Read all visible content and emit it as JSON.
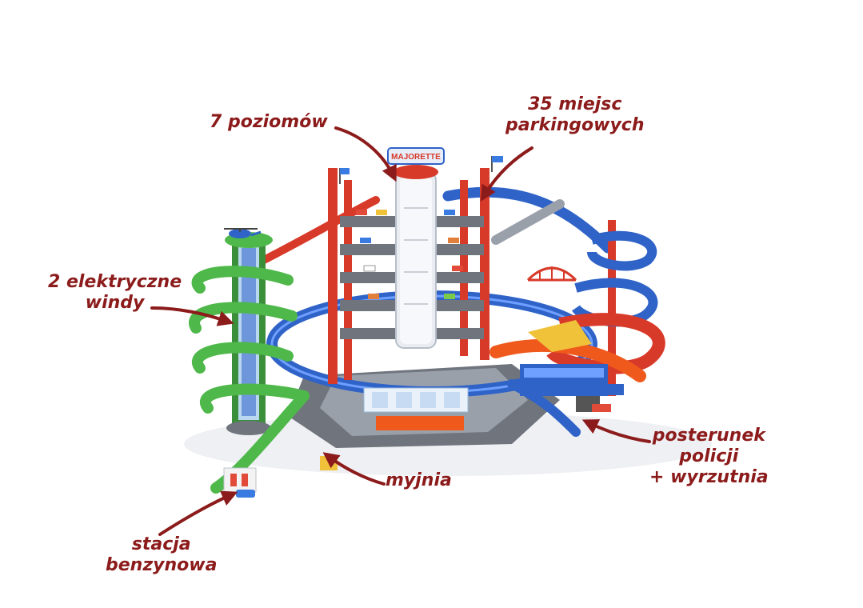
{
  "labels": {
    "levels": "7 poziomów",
    "parking": [
      "35 miejsc",
      "parkingowych"
    ],
    "elevators": [
      "2 elektryczne",
      "windy"
    ],
    "police": [
      "posterunek",
      "policji",
      "+ wyrzutnia"
    ],
    "car_wash": "myjnia",
    "gas_station": [
      "stacja",
      "benzynowa"
    ]
  },
  "brand_logo_text": "MAJORETTE",
  "colors": {
    "annotation": "#8c1b1b",
    "track_blue": "#2f63c8",
    "track_green": "#4fb84a",
    "tower_red": "#d83a2a",
    "floor_gray": "#8a8f99",
    "ramp_orange": "#ef5a1c"
  },
  "icons": [
    "helicopter-icon",
    "bridge-icon",
    "flag-icon"
  ]
}
